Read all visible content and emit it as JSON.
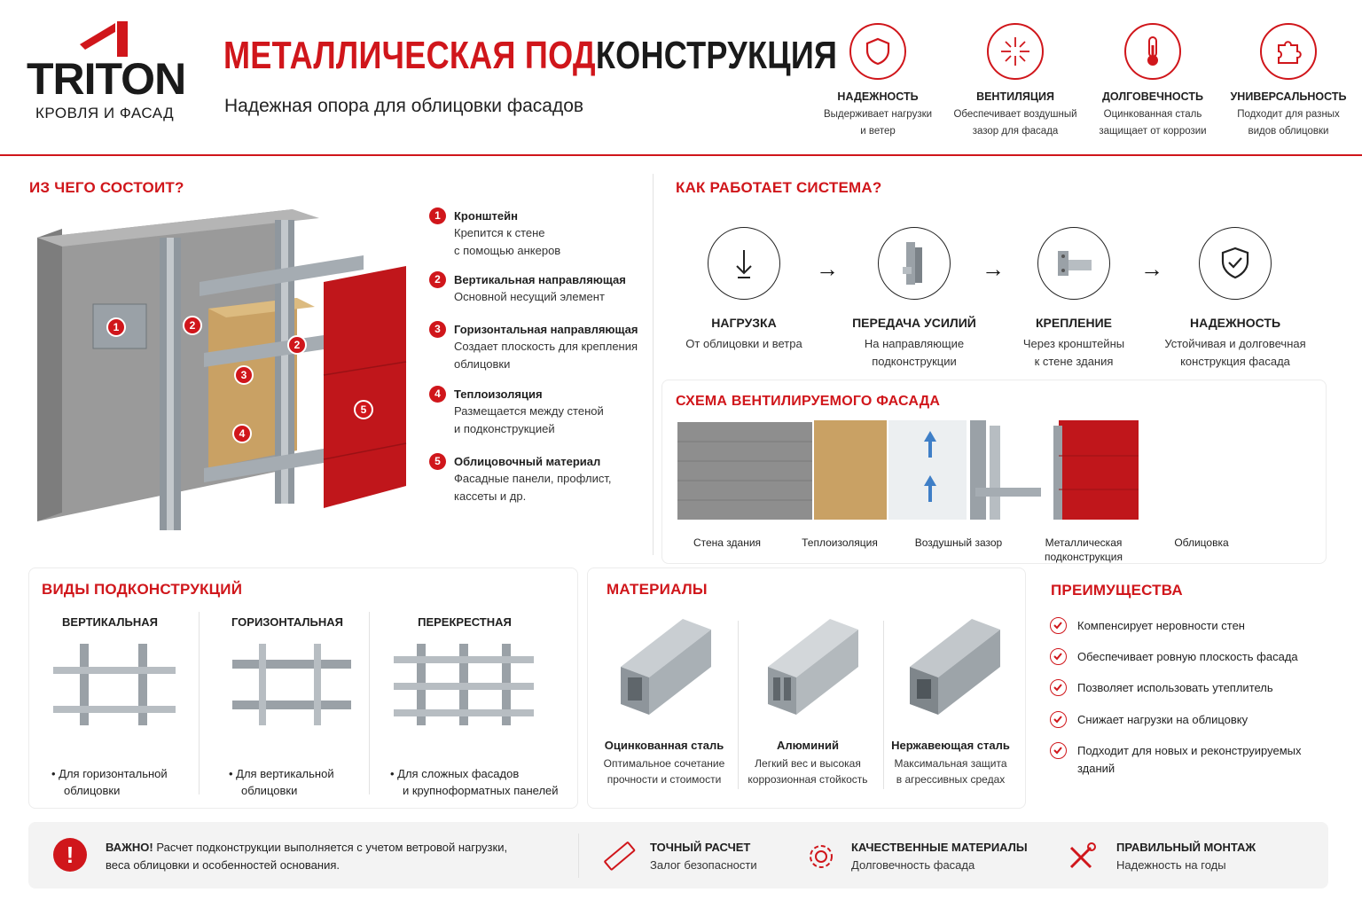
{
  "header": {
    "logo_text": "TRITON",
    "logo_sub": "КРОВЛЯ И ФАСАД",
    "title_red": "МЕТАЛЛИЧЕСКАЯ ПОД",
    "title_dark": "КОНСТРУКЦИЯ",
    "subtitle": "Надежная опора для облицовки фасадов",
    "features": [
      {
        "title": "НАДЕЖНОСТЬ",
        "line1": "Выдерживает нагрузки",
        "line2": "и ветер",
        "icon": "shield-icon"
      },
      {
        "title": "ВЕНТИЛЯЦИЯ",
        "line1": "Обеспечивает воздушный",
        "line2": "зазор для фасада",
        "icon": "airflow-icon"
      },
      {
        "title": "ДОЛГОВЕЧНОСТЬ",
        "line1": "Оцинкованная сталь",
        "line2": "защищает от коррозии",
        "icon": "thermometer-icon"
      },
      {
        "title": "УНИВЕРСАЛЬНОСТЬ",
        "line1": "Подходит для разных",
        "line2": "видов облицовки",
        "icon": "puzzle-icon"
      }
    ]
  },
  "composition": {
    "title": "ИЗ ЧЕГО СОСТОИТ?",
    "items": [
      {
        "num": "1",
        "title": "Кронштейн",
        "line1": "Крепится к стене",
        "line2": "с помощью анкеров"
      },
      {
        "num": "2",
        "title": "Вертикальная направляющая",
        "line1": "Основной несущий элемент",
        "line2": ""
      },
      {
        "num": "3",
        "title": "Горизонтальная направляющая",
        "line1": "Создает плоскость для крепления",
        "line2": "облицовки"
      },
      {
        "num": "4",
        "title": "Теплоизоляция",
        "line1": "Размещается между стеной",
        "line2": "и подконструкцией"
      },
      {
        "num": "5",
        "title": "Облицовочный материал",
        "line1": "Фасадные панели, профлист,",
        "line2": "кассеты и др."
      }
    ],
    "markers": [
      "1",
      "2",
      "2",
      "3",
      "4",
      "5"
    ]
  },
  "how": {
    "title": "КАК РАБОТАЕТ СИСТЕМА?",
    "steps": [
      {
        "title": "НАГРУЗКА",
        "line1": "От облицовки и ветра",
        "line2": "",
        "icon": "load-arrow-icon"
      },
      {
        "title": "ПЕРЕДАЧА УСИЛИЙ",
        "line1": "На направляющие",
        "line2": "подконструкции",
        "icon": "rail-icon"
      },
      {
        "title": "КРЕПЛЕНИЕ",
        "line1": "Через кронштейны",
        "line2": "к стене здания",
        "icon": "bracket-icon"
      },
      {
        "title": "НАДЕЖНОСТЬ",
        "line1": "Устойчивая и долговечная",
        "line2": "конструкция фасада",
        "icon": "shield-check-icon"
      }
    ]
  },
  "scheme": {
    "title": "СХЕМА ВЕНТИЛИРУЕМОГО ФАСАДА",
    "labels": [
      {
        "line1": "Стена здания",
        "line2": ""
      },
      {
        "line1": "Теплоизоляция",
        "line2": ""
      },
      {
        "line1": "Воздушный зазор",
        "line2": ""
      },
      {
        "line1": "Металлическая",
        "line2": "подконструкция"
      },
      {
        "line1": "Облицовка",
        "line2": ""
      }
    ]
  },
  "types": {
    "title": "ВИДЫ ПОДКОНСТРУКЦИЙ",
    "items": [
      {
        "title": "ВЕРТИКАЛЬНАЯ",
        "line1": "• Для горизонтальной",
        "line2": "облицовки"
      },
      {
        "title": "ГОРИЗОНТАЛЬНАЯ",
        "line1": "• Для вертикальной",
        "line2": "облицовки"
      },
      {
        "title": "ПЕРЕКРЕСТНАЯ",
        "line1": "• Для сложных фасадов",
        "line2": "и крупноформатных панелей"
      }
    ]
  },
  "materials": {
    "title": "МАТЕРИАЛЫ",
    "items": [
      {
        "title": "Оцинкованная сталь",
        "line1": "Оптимальное сочетание",
        "line2": "прочности и стоимости"
      },
      {
        "title": "Алюминий",
        "line1": "Легкий вес и высокая",
        "line2": "коррозионная стойкость"
      },
      {
        "title": "Нержавеющая сталь",
        "line1": "Максимальная защита",
        "line2": "в агрессивных средах"
      }
    ]
  },
  "advantages": {
    "title": "ПРЕИМУЩЕСТВА",
    "items": [
      "Компенсирует неровности стен",
      "Обеспечивает ровную плоскость фасада",
      "Позволяет использовать утеплитель",
      "Снижает нагрузки на облицовку",
      "Подходит для новых и реконструируемых зданий"
    ]
  },
  "bottom": {
    "important_label": "ВАЖНО!",
    "important_line1": "Расчет подконструкции выполняется с учетом ветровой нагрузки,",
    "important_line2": "веса облицовки и особенностей основания.",
    "badges": [
      {
        "title": "ТОЧНЫЙ РАСЧЕТ",
        "desc": "Залог безопасности",
        "icon": "ruler-icon"
      },
      {
        "title": "КАЧЕСТВЕННЫЕ МАТЕРИАЛЫ",
        "desc": "Долговечность фасада",
        "icon": "gear-icon"
      },
      {
        "title": "ПРАВИЛЬНЫЙ МОНТАЖ",
        "desc": "Надежность на годы",
        "icon": "tools-icon"
      }
    ]
  },
  "colors": {
    "accent": "#d0161b",
    "text": "#1f1f1f",
    "panel": "#f3f3f3"
  }
}
